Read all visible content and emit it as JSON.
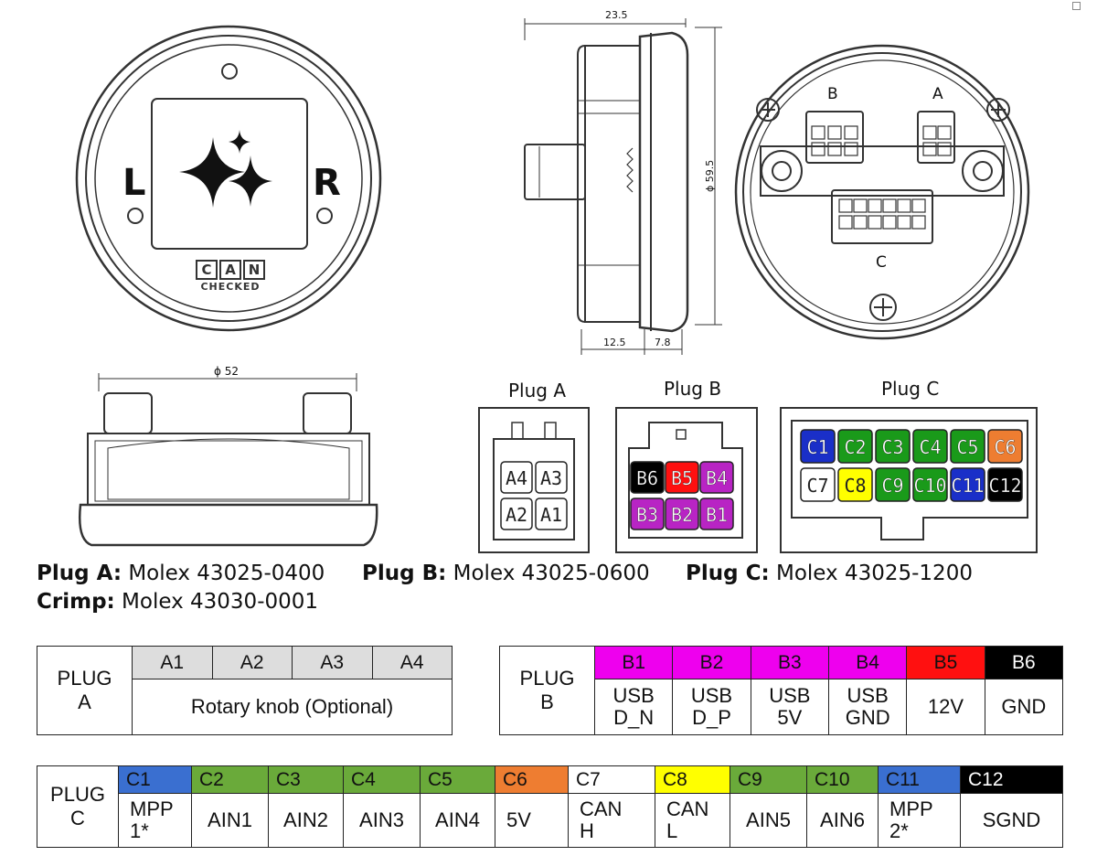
{
  "front_view": {
    "left_label": "L",
    "right_label": "R",
    "badge_letters": [
      "C",
      "A",
      "N"
    ],
    "badge_caption": "CHECKED"
  },
  "side_view": {
    "dim_top": "23.5",
    "dim_diameter": "ϕ 59.5",
    "dim_bottom_left": "12.5",
    "dim_bottom_right": "7.8"
  },
  "rear_view": {
    "connector_b": "B",
    "connector_a": "A",
    "connector_c": "C"
  },
  "bottom_view": {
    "dim_diameter": "ϕ 52"
  },
  "plug_drawings": {
    "plug_a": {
      "title": "Plug A",
      "pins": [
        "A4",
        "A3",
        "A2",
        "A1"
      ]
    },
    "plug_b": {
      "title": "Plug B",
      "pins": [
        "B6",
        "B5",
        "B4",
        "B3",
        "B2",
        "B1"
      ]
    },
    "plug_c": {
      "title": "Plug C",
      "pins": [
        "C1",
        "C2",
        "C3",
        "C4",
        "C5",
        "C6",
        "C7",
        "C8",
        "C9",
        "C10",
        "C11",
        "C12"
      ]
    }
  },
  "part_numbers": {
    "plug_a_label": "Plug A:",
    "plug_a_value": "Molex 43025-0400",
    "plug_b_label": "Plug B:",
    "plug_b_value": "Molex 43025-0600",
    "plug_c_label": "Plug C:",
    "plug_c_value": "Molex 43025-1200",
    "crimp_label": "Crimp:",
    "crimp_value": "Molex 43030-0001"
  },
  "tables": {
    "plug_a": {
      "plug_label_1": "PLUG",
      "plug_label_2": "A",
      "pins": [
        "A1",
        "A2",
        "A3",
        "A4"
      ],
      "function": "Rotary knob (Optional)"
    },
    "plug_b": {
      "plug_label_1": "PLUG",
      "plug_label_2": "B",
      "pins": [
        {
          "pin": "B1",
          "l1": "USB",
          "l2": "D_N"
        },
        {
          "pin": "B2",
          "l1": "USB",
          "l2": "D_P"
        },
        {
          "pin": "B3",
          "l1": "USB",
          "l2": "5V"
        },
        {
          "pin": "B4",
          "l1": "USB",
          "l2": "GND"
        },
        {
          "pin": "B5",
          "l1": "12V",
          "l2": ""
        },
        {
          "pin": "B6",
          "l1": "GND",
          "l2": ""
        }
      ]
    },
    "plug_c": {
      "plug_label_1": "PLUG",
      "plug_label_2": "C",
      "pins": [
        {
          "pin": "C1",
          "l1": "MPP",
          "l2": "1*"
        },
        {
          "pin": "C2",
          "l1": "AIN1",
          "l2": ""
        },
        {
          "pin": "C3",
          "l1": "AIN2",
          "l2": ""
        },
        {
          "pin": "C4",
          "l1": "AIN3",
          "l2": ""
        },
        {
          "pin": "C5",
          "l1": "AIN4",
          "l2": ""
        },
        {
          "pin": "C6",
          "l1": "5V",
          "l2": ""
        },
        {
          "pin": "C7",
          "l1": "CAN",
          "l2": "H"
        },
        {
          "pin": "C8",
          "l1": "CAN",
          "l2": "L"
        },
        {
          "pin": "C9",
          "l1": "AIN5",
          "l2": ""
        },
        {
          "pin": "C10",
          "l1": "AIN6",
          "l2": ""
        },
        {
          "pin": "C11",
          "l1": "MPP",
          "l2": "2*"
        },
        {
          "pin": "C12",
          "l1": "SGND",
          "l2": ""
        }
      ]
    }
  },
  "colors": {
    "a_header": "#dddddd",
    "b_pin": "#ee00ee",
    "b_pin_drawing": "#b824c4",
    "b5": "#ff1010",
    "black": "#000000",
    "c_blue": "#3a6fd0",
    "c_blue_drawing": "#1a2fc8",
    "c_green": "#6aaa3a",
    "c_green_drawing": "#1a9a1a",
    "c_orange": "#ee7d31",
    "c_yellow": "#ffff00",
    "c_white": "#ffffff"
  }
}
